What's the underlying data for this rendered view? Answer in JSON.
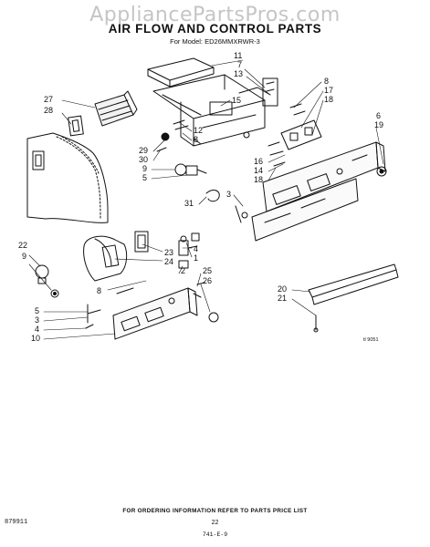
{
  "watermark": "AppliancePartsPros.com",
  "title": "AIR FLOW AND CONTROL PARTS",
  "subtitle": "For Model: ED26MMXRWR-3",
  "callouts": [
    {
      "id": "c11",
      "text": "11"
    },
    {
      "id": "c7",
      "text": "7"
    },
    {
      "id": "c13",
      "text": "13"
    },
    {
      "id": "c15",
      "text": "15"
    },
    {
      "id": "c8a",
      "text": "8"
    },
    {
      "id": "c17",
      "text": "17"
    },
    {
      "id": "c18a",
      "text": "18"
    },
    {
      "id": "c27",
      "text": "27"
    },
    {
      "id": "c28",
      "text": "28"
    },
    {
      "id": "c12",
      "text": "12"
    },
    {
      "id": "c8b",
      "text": "8"
    },
    {
      "id": "c29",
      "text": "29"
    },
    {
      "id": "c30",
      "text": "30"
    },
    {
      "id": "c9a",
      "text": "9"
    },
    {
      "id": "c5a",
      "text": "5"
    },
    {
      "id": "c6",
      "text": "6"
    },
    {
      "id": "c19",
      "text": "19"
    },
    {
      "id": "c16",
      "text": "16"
    },
    {
      "id": "c14",
      "text": "14"
    },
    {
      "id": "c18b",
      "text": "18"
    },
    {
      "id": "c3a",
      "text": "3"
    },
    {
      "id": "c31",
      "text": "31"
    },
    {
      "id": "c22",
      "text": "22"
    },
    {
      "id": "c9b",
      "text": "9"
    },
    {
      "id": "c4a",
      "text": "4"
    },
    {
      "id": "c1",
      "text": "1"
    },
    {
      "id": "c23",
      "text": "23"
    },
    {
      "id": "c24",
      "text": "24"
    },
    {
      "id": "c2",
      "text": "2"
    },
    {
      "id": "c25",
      "text": "25"
    },
    {
      "id": "c26",
      "text": "26"
    },
    {
      "id": "c8c",
      "text": "8"
    },
    {
      "id": "c20",
      "text": "20"
    },
    {
      "id": "c21",
      "text": "21"
    },
    {
      "id": "c5b",
      "text": "5"
    },
    {
      "id": "c3b",
      "text": "3"
    },
    {
      "id": "c4b",
      "text": "4"
    },
    {
      "id": "c10",
      "text": "10"
    }
  ],
  "diagram_code": "tl 9051",
  "footer": {
    "note": "FOR ORDERING INFORMATION REFER TO PARTS PRICE LIST",
    "left_code": "879911",
    "page": "22",
    "bottom_code": "741-E-9"
  }
}
